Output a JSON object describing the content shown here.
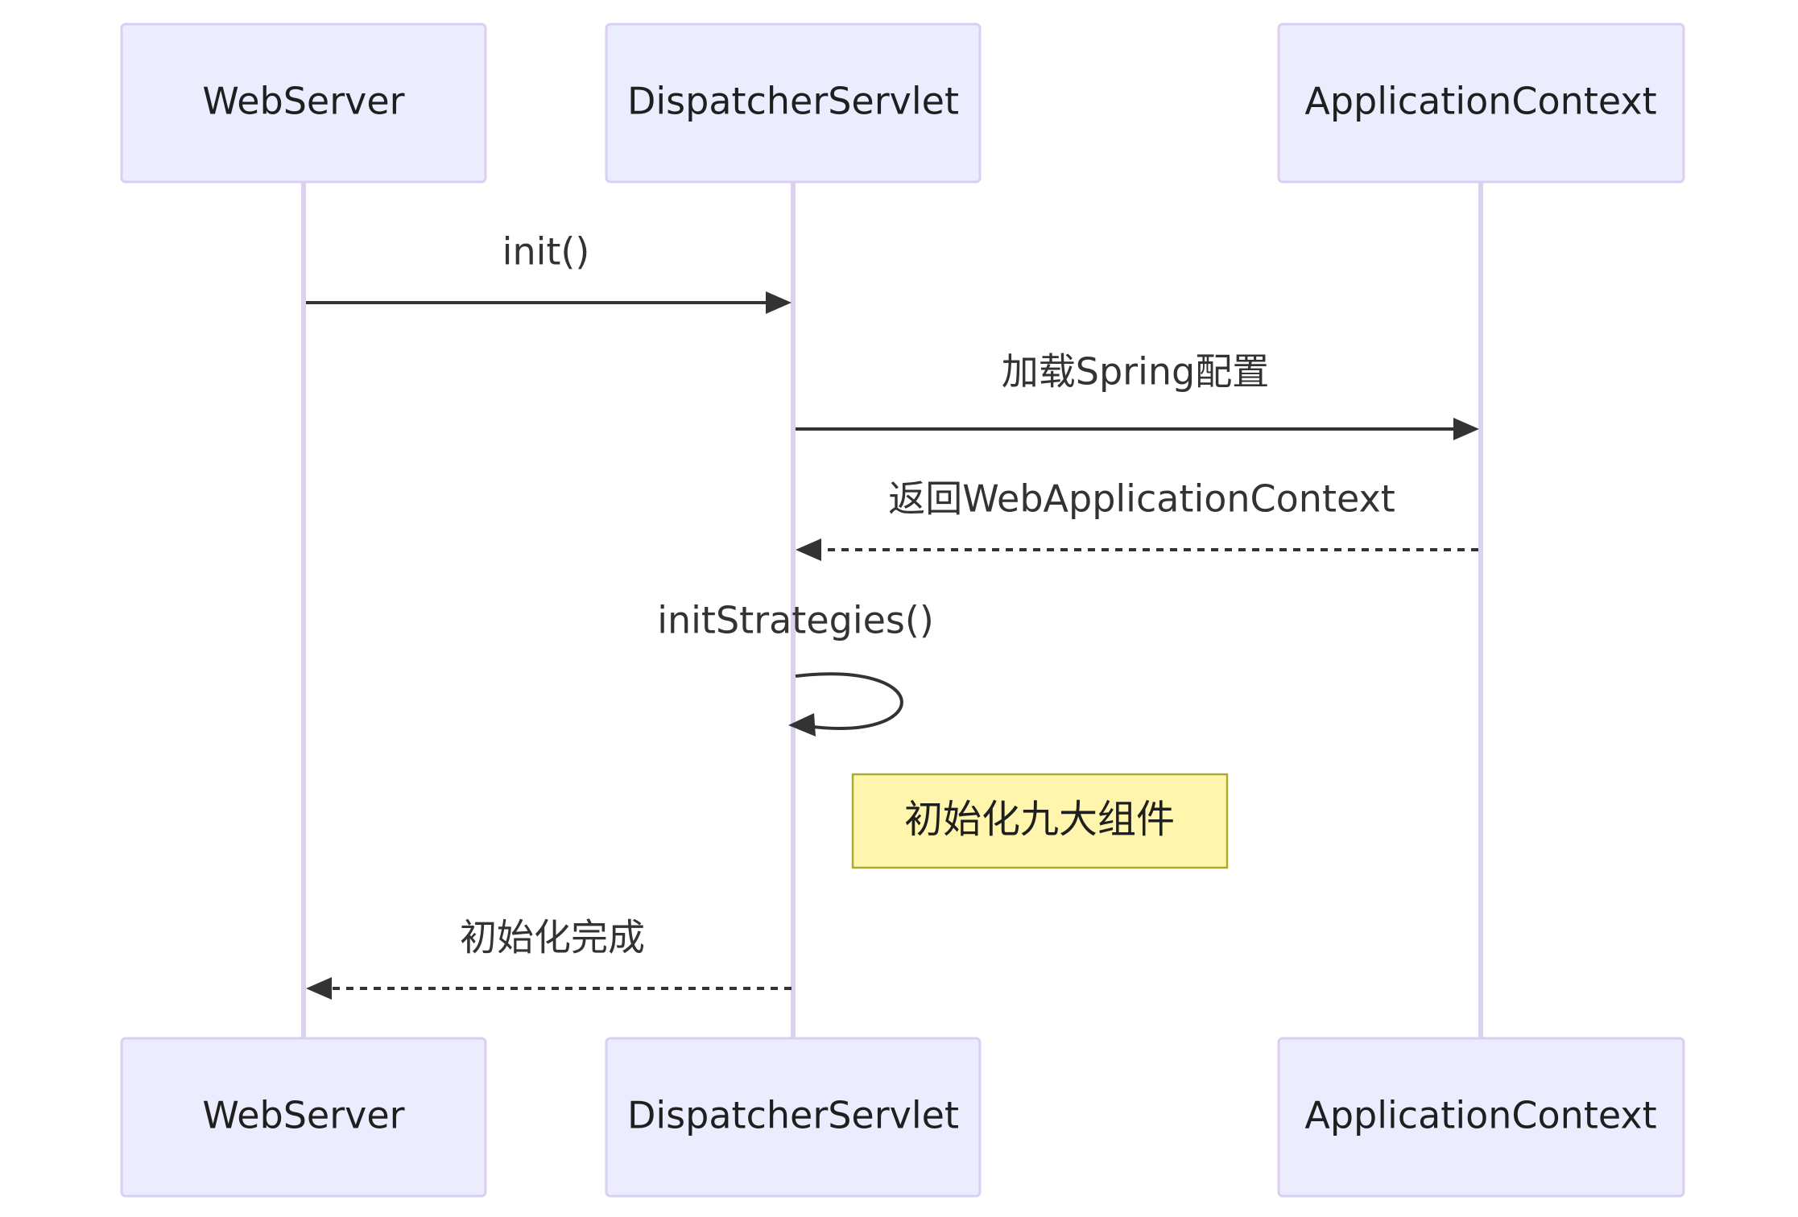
{
  "actors": [
    {
      "id": "webserver",
      "label": "WebServer"
    },
    {
      "id": "dispatcher",
      "label": "DispatcherServlet"
    },
    {
      "id": "appcontext",
      "label": "ApplicationContext"
    }
  ],
  "messages": [
    {
      "id": "m1",
      "from": "webserver",
      "to": "dispatcher",
      "label": "init()",
      "style": "solid"
    },
    {
      "id": "m2",
      "from": "dispatcher",
      "to": "appcontext",
      "label": "加载Spring配置",
      "style": "solid"
    },
    {
      "id": "m3",
      "from": "appcontext",
      "to": "dispatcher",
      "label": "返回WebApplicationContext",
      "style": "dashed"
    },
    {
      "id": "m4",
      "from": "dispatcher",
      "to": "dispatcher",
      "label": "initStrategies()",
      "style": "solid"
    },
    {
      "id": "m5",
      "from": "dispatcher",
      "to": "webserver",
      "label": "初始化完成",
      "style": "dashed"
    }
  ],
  "note": {
    "text": "初始化九大组件",
    "placement": "right of DispatcherServlet"
  },
  "colors": {
    "actor_fill": "#ECECFF",
    "actor_border": "#D9CFF2",
    "lifeline": "#DCD2F0",
    "message": "#333333",
    "note_fill": "#FFF5AD",
    "note_border": "#AAAA33"
  }
}
